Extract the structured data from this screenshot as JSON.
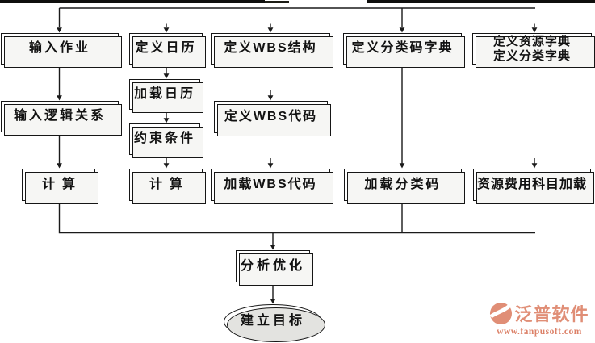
{
  "diagram": {
    "nodes": [
      {
        "id": "input-job",
        "label": "输入作业"
      },
      {
        "id": "define-calendar",
        "label": "定义日历"
      },
      {
        "id": "define-wbs-structure",
        "label": "定义WBS结构"
      },
      {
        "id": "define-class-code-dict",
        "label": "定义分类码字典"
      },
      {
        "id": "define-resource-dict",
        "line1": "定义资源字典",
        "line2": "定义分类字典"
      },
      {
        "id": "input-logic-relations",
        "label": "输入逻辑关系"
      },
      {
        "id": "load-calendar",
        "label": "加载日历"
      },
      {
        "id": "constraint-conditions",
        "label": "约束条件"
      },
      {
        "id": "define-wbs-code",
        "label": "定义WBS代码"
      },
      {
        "id": "calculate-left",
        "label": "计算"
      },
      {
        "id": "calculate-middle",
        "label": "计算"
      },
      {
        "id": "load-wbs-code",
        "label": "加载WBS代码"
      },
      {
        "id": "load-class-code",
        "label": "加载分类码"
      },
      {
        "id": "resource-cost-load",
        "label": "资源费用科目加载"
      },
      {
        "id": "analyze-optimize",
        "label": "分析优化"
      },
      {
        "id": "establish-goal",
        "label": "建立目标"
      }
    ],
    "line_color": "#1a1a1a"
  },
  "logo": {
    "brand": "泛普软件",
    "website": "www.fanpusoft.com",
    "brand_color": "#E08E76"
  }
}
